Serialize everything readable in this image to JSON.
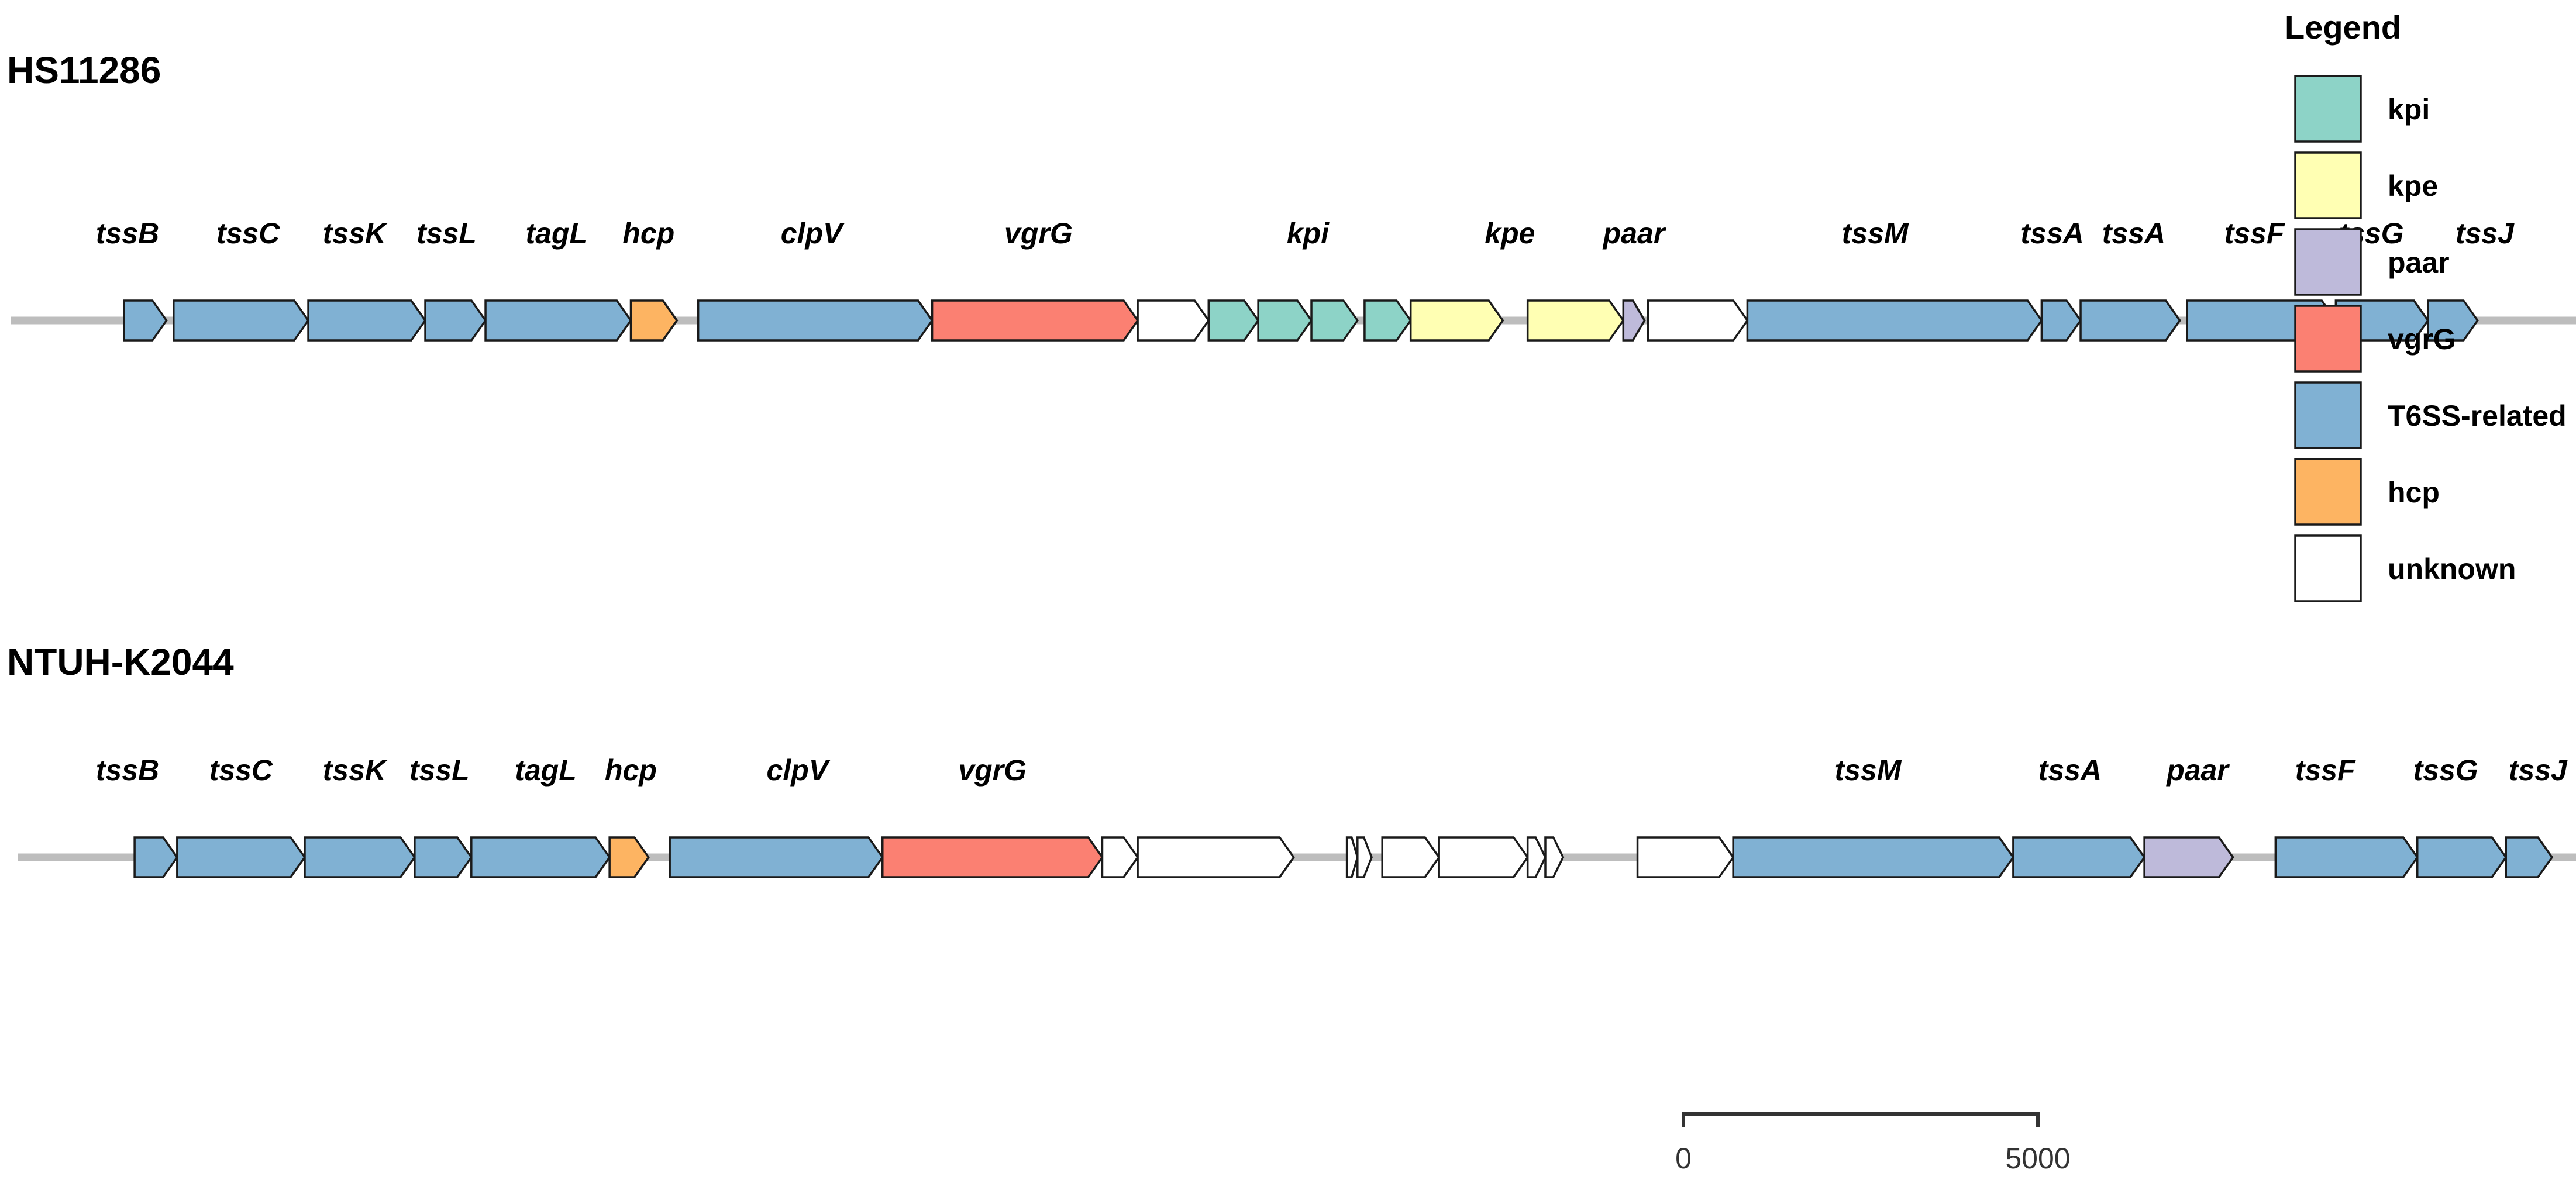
{
  "legend": {
    "title": "Legend",
    "items": [
      {
        "key": "kpi",
        "label": "kpi",
        "color": "#8dd3c7"
      },
      {
        "key": "kpe",
        "label": "kpe",
        "color": "#ffffb3"
      },
      {
        "key": "paar",
        "label": "paar",
        "color": "#bebada"
      },
      {
        "key": "vgrG",
        "label": "vgrG",
        "color": "#fb8072"
      },
      {
        "key": "T6SS-related",
        "label": "T6SS-related",
        "color": "#80b1d3"
      },
      {
        "key": "hcp",
        "label": "hcp",
        "color": "#fdb462"
      },
      {
        "key": "unknown",
        "label": "unknown",
        "color": "#ffffff"
      }
    ]
  },
  "scale_bar": {
    "start_label": "0",
    "end_label": "5000",
    "length_bp": 5000
  },
  "tracks": [
    {
      "name": "HS11286",
      "backbone_bp": [
        0,
        36400
      ],
      "genes": [
        {
          "start": 1600,
          "end": 2200,
          "type": "T6SS-related",
          "label": "tssB"
        },
        {
          "start": 2300,
          "end": 4200,
          "type": "T6SS-related",
          "label": "tssC"
        },
        {
          "start": 4200,
          "end": 5850,
          "type": "T6SS-related",
          "label": "tssK"
        },
        {
          "start": 5850,
          "end": 6700,
          "type": "T6SS-related",
          "label": "tssL"
        },
        {
          "start": 6700,
          "end": 8750,
          "type": "T6SS-related",
          "label": "tagL"
        },
        {
          "start": 8750,
          "end": 9400,
          "type": "hcp",
          "label": "hcp"
        },
        {
          "start": 9700,
          "end": 13000,
          "type": "T6SS-related",
          "label": "clpV"
        },
        {
          "start": 13000,
          "end": 15900,
          "type": "vgrG",
          "label": "vgrG"
        },
        {
          "start": 15900,
          "end": 16900,
          "type": "unknown",
          "label": ""
        },
        {
          "start": 16900,
          "end": 17600,
          "type": "kpi",
          "label": ""
        },
        {
          "start": 17600,
          "end": 18350,
          "type": "kpi",
          "label": "kpi"
        },
        {
          "start": 18350,
          "end": 19000,
          "type": "kpi",
          "label": ""
        },
        {
          "start": 19100,
          "end": 19750,
          "type": "kpi",
          "label": ""
        },
        {
          "start": 19750,
          "end": 21050,
          "type": "kpe",
          "label": ""
        },
        {
          "start": 21400,
          "end": 22750,
          "type": "kpe",
          "label": "kpe"
        },
        {
          "start": 22750,
          "end": 23050,
          "type": "paar",
          "label": "paar"
        },
        {
          "start": 23100,
          "end": 24500,
          "type": "unknown",
          "label": ""
        },
        {
          "start": 24500,
          "end": 28650,
          "type": "T6SS-related",
          "label": "tssM"
        },
        {
          "start": 28650,
          "end": 29200,
          "type": "T6SS-related",
          "label": "tssA"
        },
        {
          "start": 29200,
          "end": 30600,
          "type": "T6SS-related",
          "label": "tssA"
        },
        {
          "start": 30700,
          "end": 32800,
          "type": "T6SS-related",
          "label": "tssF"
        },
        {
          "start": 32800,
          "end": 34100,
          "type": "T6SS-related",
          "label": "tssG"
        },
        {
          "start": 34100,
          "end": 34800,
          "type": "T6SS-related",
          "label": "tssJ"
        }
      ],
      "labels": [
        {
          "text": "tssB",
          "at": 1650
        },
        {
          "text": "tssC",
          "at": 3350
        },
        {
          "text": "tssK",
          "at": 4850
        },
        {
          "text": "tssL",
          "at": 6150
        },
        {
          "text": "tagL",
          "at": 7700
        },
        {
          "text": "hcp",
          "at": 9000
        },
        {
          "text": "clpV",
          "at": 11300
        },
        {
          "text": "vgrG",
          "at": 14500
        },
        {
          "text": "kpi",
          "at": 18300
        },
        {
          "text": "kpe",
          "at": 21150
        },
        {
          "text": "paar",
          "at": 22900
        },
        {
          "text": "tssM",
          "at": 26300
        },
        {
          "text": "tssA",
          "at": 28800
        },
        {
          "text": "tssA",
          "at": 29950
        },
        {
          "text": "tssF",
          "at": 31650
        },
        {
          "text": "tssG",
          "at": 33300
        },
        {
          "text": "tssJ",
          "at": 34900
        }
      ]
    },
    {
      "name": "NTUH-K2044",
      "backbone_bp": [
        100,
        37500
      ],
      "genes": [
        {
          "start": 1750,
          "end": 2350,
          "type": "T6SS-related",
          "label": "tssB"
        },
        {
          "start": 2350,
          "end": 4150,
          "type": "T6SS-related",
          "label": "tssC"
        },
        {
          "start": 4150,
          "end": 5700,
          "type": "T6SS-related",
          "label": "tssK"
        },
        {
          "start": 5700,
          "end": 6500,
          "type": "T6SS-related",
          "label": "tssL"
        },
        {
          "start": 6500,
          "end": 8450,
          "type": "T6SS-related",
          "label": "tagL"
        },
        {
          "start": 8450,
          "end": 9000,
          "type": "hcp",
          "label": "hcp"
        },
        {
          "start": 9300,
          "end": 12300,
          "type": "T6SS-related",
          "label": "clpV"
        },
        {
          "start": 12300,
          "end": 15400,
          "type": "vgrG",
          "label": "vgrG"
        },
        {
          "start": 15400,
          "end": 15900,
          "type": "unknown",
          "label": ""
        },
        {
          "start": 15900,
          "end": 18100,
          "type": "unknown",
          "label": ""
        },
        {
          "start": 18850,
          "end": 19000,
          "type": "unknown",
          "label": ""
        },
        {
          "start": 19000,
          "end": 19200,
          "type": "unknown",
          "label": ""
        },
        {
          "start": 19350,
          "end": 20150,
          "type": "unknown",
          "label": ""
        },
        {
          "start": 20150,
          "end": 21400,
          "type": "unknown",
          "label": ""
        },
        {
          "start": 21400,
          "end": 21650,
          "type": "unknown",
          "label": ""
        },
        {
          "start": 21650,
          "end": 21900,
          "type": "unknown",
          "label": ""
        },
        {
          "start": 22950,
          "end": 24300,
          "type": "unknown",
          "label": ""
        },
        {
          "start": 24300,
          "end": 28250,
          "type": "T6SS-related",
          "label": "tssM"
        },
        {
          "start": 28250,
          "end": 30100,
          "type": "T6SS-related",
          "label": "tssA"
        },
        {
          "start": 30100,
          "end": 31350,
          "type": "paar",
          "label": "paar"
        },
        {
          "start": 31950,
          "end": 33950,
          "type": "T6SS-related",
          "label": "tssF"
        },
        {
          "start": 33950,
          "end": 35200,
          "type": "T6SS-related",
          "label": "tssG"
        },
        {
          "start": 35200,
          "end": 35850,
          "type": "T6SS-related",
          "label": "tssJ"
        }
      ],
      "labels": [
        {
          "text": "tssB",
          "at": 1650
        },
        {
          "text": "tssC",
          "at": 3250
        },
        {
          "text": "tssK",
          "at": 4850
        },
        {
          "text": "tssL",
          "at": 6050
        },
        {
          "text": "tagL",
          "at": 7550
        },
        {
          "text": "hcp",
          "at": 8750
        },
        {
          "text": "clpV",
          "at": 11100
        },
        {
          "text": "vgrG",
          "at": 13850
        },
        {
          "text": "tssM",
          "at": 26200
        },
        {
          "text": "tssA",
          "at": 29050
        },
        {
          "text": "paar",
          "at": 30850
        },
        {
          "text": "tssF",
          "at": 32650
        },
        {
          "text": "tssG",
          "at": 34350
        },
        {
          "text": "tssJ",
          "at": 35650
        }
      ]
    }
  ]
}
